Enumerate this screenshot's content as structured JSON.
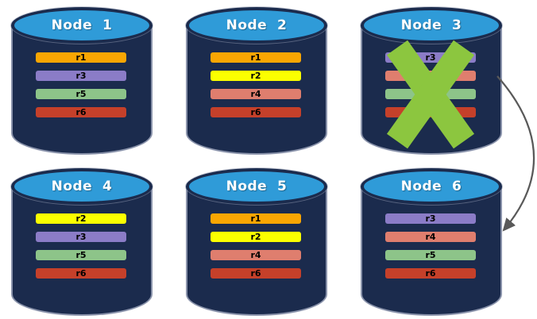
{
  "nodes": [
    {
      "name": "Node  1",
      "failed": false,
      "replicas": [
        {
          "label": "r1",
          "color": "#F9A602"
        },
        {
          "label": "r3",
          "color": "#8B7CC7"
        },
        {
          "label": "r5",
          "color": "#8DC489"
        },
        {
          "label": "r6",
          "color": "#C5402A"
        }
      ]
    },
    {
      "name": "Node  2",
      "failed": false,
      "replicas": [
        {
          "label": "r1",
          "color": "#F9A602"
        },
        {
          "label": "r2",
          "color": "#FBFF00"
        },
        {
          "label": "r4",
          "color": "#DF7E6E"
        },
        {
          "label": "r6",
          "color": "#C5402A"
        }
      ]
    },
    {
      "name": "Node  3",
      "failed": true,
      "replicas": [
        {
          "label": "r3",
          "color": "#8B7CC7"
        },
        {
          "label": "r4",
          "color": "#DF7E6E"
        },
        {
          "label": "r5",
          "color": "#8DC489"
        },
        {
          "label": "r6",
          "color": "#C5402A"
        }
      ]
    },
    {
      "name": "Node  4",
      "failed": false,
      "replicas": [
        {
          "label": "r2",
          "color": "#FBFF00"
        },
        {
          "label": "r3",
          "color": "#8B7CC7"
        },
        {
          "label": "r5",
          "color": "#8DC489"
        },
        {
          "label": "r6",
          "color": "#C5402A"
        }
      ]
    },
    {
      "name": "Node  5",
      "failed": false,
      "replicas": [
        {
          "label": "r1",
          "color": "#F9A602"
        },
        {
          "label": "r2",
          "color": "#FBFF00"
        },
        {
          "label": "r4",
          "color": "#DF7E6E"
        },
        {
          "label": "r6",
          "color": "#C5402A"
        }
      ]
    },
    {
      "name": "Node  6",
      "failed": false,
      "replicas": [
        {
          "label": "r3",
          "color": "#8B7CC7"
        },
        {
          "label": "r4",
          "color": "#DF7E6E"
        },
        {
          "label": "r5",
          "color": "#8DC489"
        },
        {
          "label": "r6",
          "color": "#C5402A"
        }
      ]
    }
  ],
  "colors": {
    "cylinder_top": "#2F9BD8",
    "cylinder_body": "#1B2B4D",
    "failure_x": "#8CC63F",
    "arrow": "#595959",
    "node_title_text": "#FFFFFF"
  }
}
